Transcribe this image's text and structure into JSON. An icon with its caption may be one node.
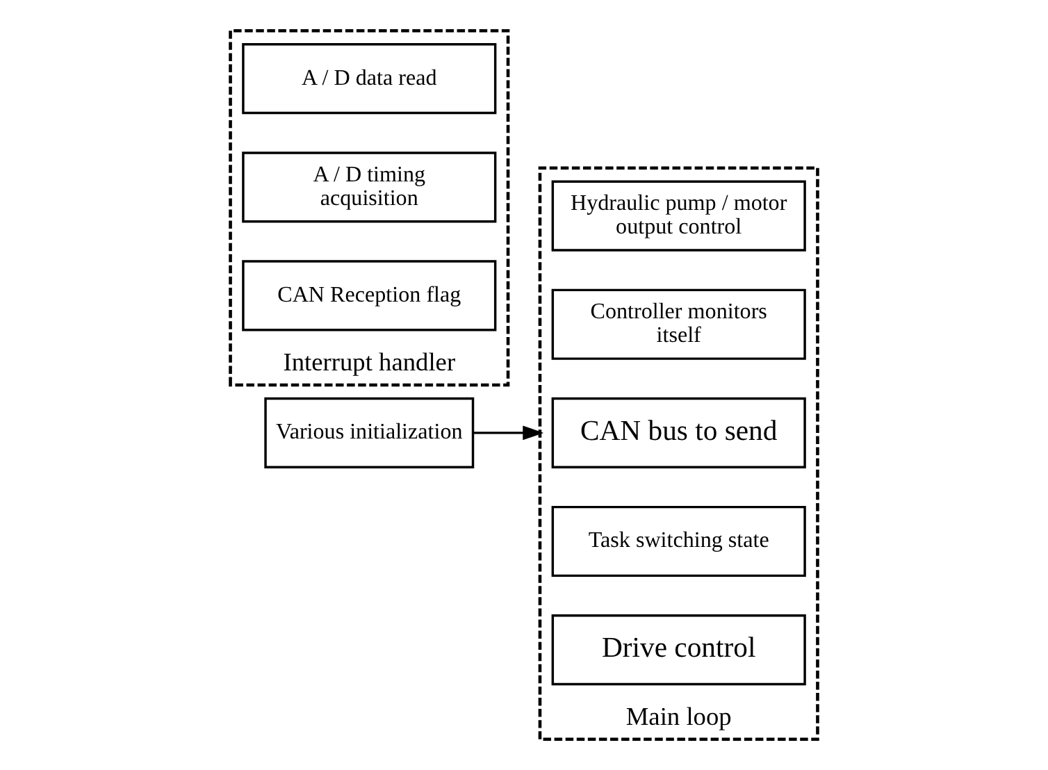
{
  "diagram": {
    "nodes": [
      {
        "text": [
          "Various initialization"
        ]
      },
      {
        "text": [
          "Main loop"
        ]
      },
      {
        "text": [
          "Hydraulic pump / motor output control"
        ],
        "in": 1
      },
      {
        "text": [
          "Controller monitors itself"
        ],
        "in": 1
      },
      {
        "text": [
          "CAN bus to send"
        ],
        "in": 1
      },
      {
        "text": [
          "Task switching state"
        ],
        "in": 1
      },
      {
        "text": [
          "Drive control"
        ],
        "in": 1
      },
      {
        "text": [
          "Interrupt handler"
        ]
      },
      {
        "text": [
          "A / D data read"
        ],
        "in": 7
      },
      {
        "text": [
          "A / D timing acquisition"
        ],
        "in": 7
      },
      {
        "text": [
          "CAN Reception flag"
        ],
        "in": 7
      }
    ],
    "edges": [
      {
        "from": 0,
        "to": 1,
        "arrow": "to"
      }
    ]
  }
}
